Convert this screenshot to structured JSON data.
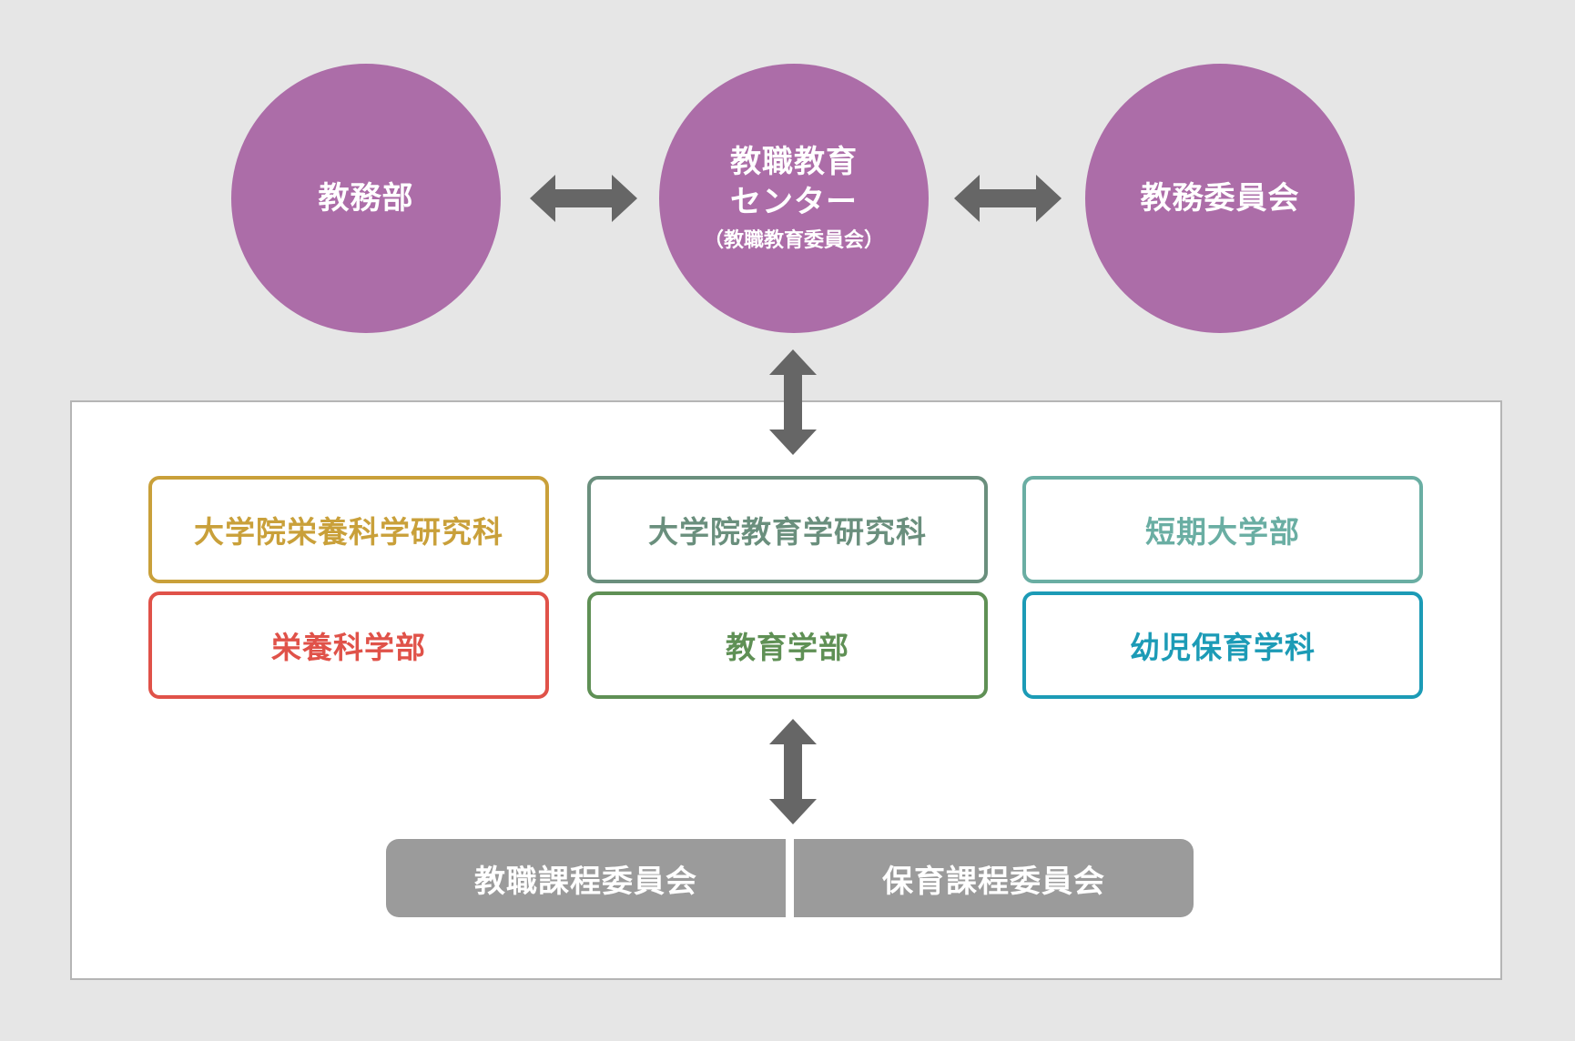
{
  "colors": {
    "background": "#e6e6e6",
    "circle_fill": "#ac6da8",
    "arrow": "#666666",
    "panel": "#ffffff",
    "committee_bar": "#9b9b9b"
  },
  "top_row": [
    {
      "label": "教務部"
    },
    {
      "label": "教職教育センター",
      "sub_label": "（教職教育委員会）"
    },
    {
      "label": "教務委員会"
    }
  ],
  "departments": {
    "col1": {
      "upper": {
        "label": "大学院栄養科学研究科",
        "color": "#c9a03a"
      },
      "lower": {
        "label": "栄養科学部",
        "color": "#e05249"
      }
    },
    "col2": {
      "upper": {
        "label": "大学院教育学研究科",
        "color": "#6a8f7d"
      },
      "lower": {
        "label": "教育学部",
        "color": "#5f9055"
      }
    },
    "col3": {
      "upper": {
        "label": "短期大学部",
        "color": "#6aaea3"
      },
      "lower": {
        "label": "幼児保育学科",
        "color": "#1c9bb6"
      }
    }
  },
  "committees": [
    {
      "label": "教職課程委員会"
    },
    {
      "label": "保育課程委員会"
    }
  ]
}
